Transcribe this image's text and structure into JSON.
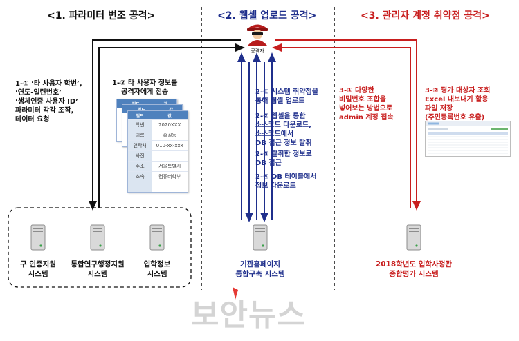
{
  "sections": [
    {
      "title": "<1. 파라미터 변조 공격>"
    },
    {
      "title": "<2. 웹셸 업로드 공격>"
    },
    {
      "title": "<3. 관리자 계정 취약점 공격>"
    }
  ],
  "attacker": {
    "label": "공격자"
  },
  "notes": {
    "n1_1": "1-① ‘타 사용자 학번’,\n‘연도-일련번호’\n‘생체인증 사용자 ID’\n파라미터 각각 조작,\n데이터 요청",
    "n1_2": "1-② 타 사용자 정보를\n공격자에게 전송",
    "n2_1": "2-① 시스템 취약점을\n통해 웹셸 업로드",
    "n2_2": "2-② 웹셸을 통한\n소스코드 다운로드,\n소스코드에서\nDB 접근 정보 탈취",
    "n2_3": "2-③ 탈취한 정보로\nDB 접근",
    "n2_4": "2-④ DB 테이블에서\n정보 다운로드",
    "n3_1": "3-① 다양한\n비밀번호 조합을\n넣어보는 방법으로\nadmin 계정 접속",
    "n3_2": "3-② 평가 대상자 조회\nExcel 내보내기 활용\n파일 저장\n(주민등록번호 유출)"
  },
  "table": {
    "headers": [
      "필드",
      "값"
    ],
    "rows": [
      [
        "학번",
        "2020XXX"
      ],
      [
        "이름",
        "홍길동"
      ],
      [
        "연락처",
        "010-xx-xxx"
      ],
      [
        "사진",
        "..."
      ],
      [
        "주소",
        "서울특별시"
      ],
      [
        "소속",
        "컴퓨터학부"
      ],
      [
        "...",
        "..."
      ]
    ]
  },
  "systems": {
    "s1": "구 인증지원\n시스템",
    "s2": "통합연구행정지원\n시스템",
    "s3": "입학정보\n시스템",
    "s4": "기관홈페이지\n통합구축 시스템",
    "s5": "2018학년도 입학사정관\n종합평가 시스템"
  },
  "watermark": "보안뉴스",
  "colors": {
    "blue": "#1f2f8c",
    "red": "#c81e1e",
    "black": "#111111",
    "table_header": "#4f81bd"
  },
  "icons": [
    "hacker-icon",
    "server-icon",
    "data-table-icon",
    "excel-screenshot-icon"
  ]
}
